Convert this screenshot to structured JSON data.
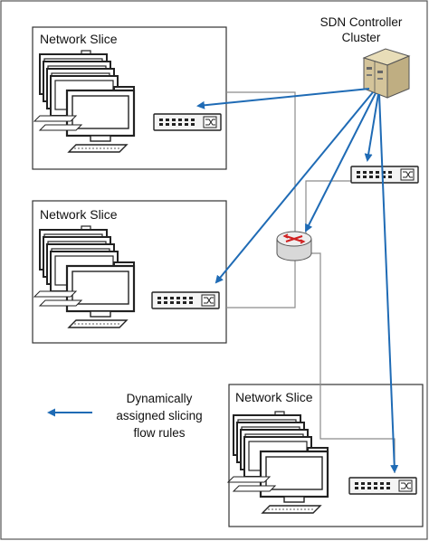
{
  "controller": {
    "line1": "SDN Controller",
    "line2": "Cluster"
  },
  "slices": [
    {
      "title": "Network Slice"
    },
    {
      "title": "Network Slice"
    },
    {
      "title": "Network Slice"
    }
  ],
  "legend": {
    "line1": "Dynamically",
    "line2": "assigned slicing",
    "line3": "flow rules"
  },
  "colors": {
    "arrow": "#1f6bb5",
    "wire": "#8c8c8c",
    "box_border": "#333333",
    "outer_border": "#555555"
  },
  "icons": [
    "server-icon",
    "computer-stack-icon",
    "network-switch-icon",
    "router-icon",
    "flow-arrow-icon"
  ]
}
